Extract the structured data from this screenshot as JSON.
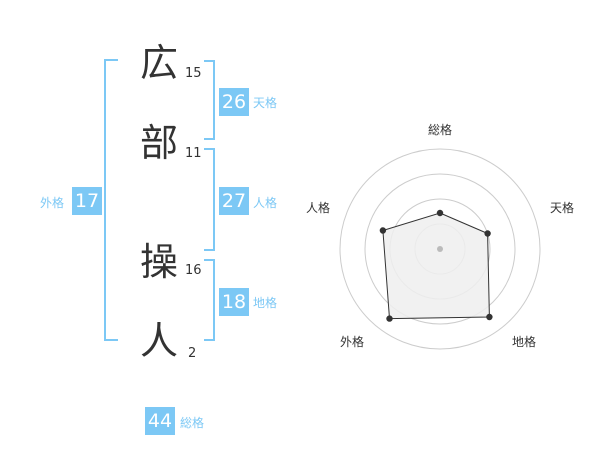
{
  "name": {
    "chars": [
      {
        "char": "広",
        "strokes": "15"
      },
      {
        "char": "部",
        "strokes": "11"
      },
      {
        "char": "操",
        "strokes": "16"
      },
      {
        "char": "人",
        "strokes": "2"
      }
    ]
  },
  "kaku": {
    "tenkaku": {
      "value": "26",
      "label": "天格"
    },
    "jinkaku": {
      "value": "27",
      "label": "人格"
    },
    "chikaku": {
      "value": "18",
      "label": "地格"
    },
    "gaikaku": {
      "value": "17",
      "label": "外格"
    },
    "soukaku": {
      "value": "44",
      "label": "総格"
    }
  },
  "radar": {
    "axes": [
      "総格",
      "天格",
      "地格",
      "外格",
      "人格"
    ],
    "values": [
      0.36,
      0.5,
      0.84,
      0.86,
      0.6
    ],
    "colors": {
      "fill": "#eeeeee",
      "stroke": "#333333",
      "grid": "#cccccc",
      "center": "#bbbbbb"
    }
  },
  "colors": {
    "accent": "#7cc8f5",
    "text": "#333333"
  }
}
